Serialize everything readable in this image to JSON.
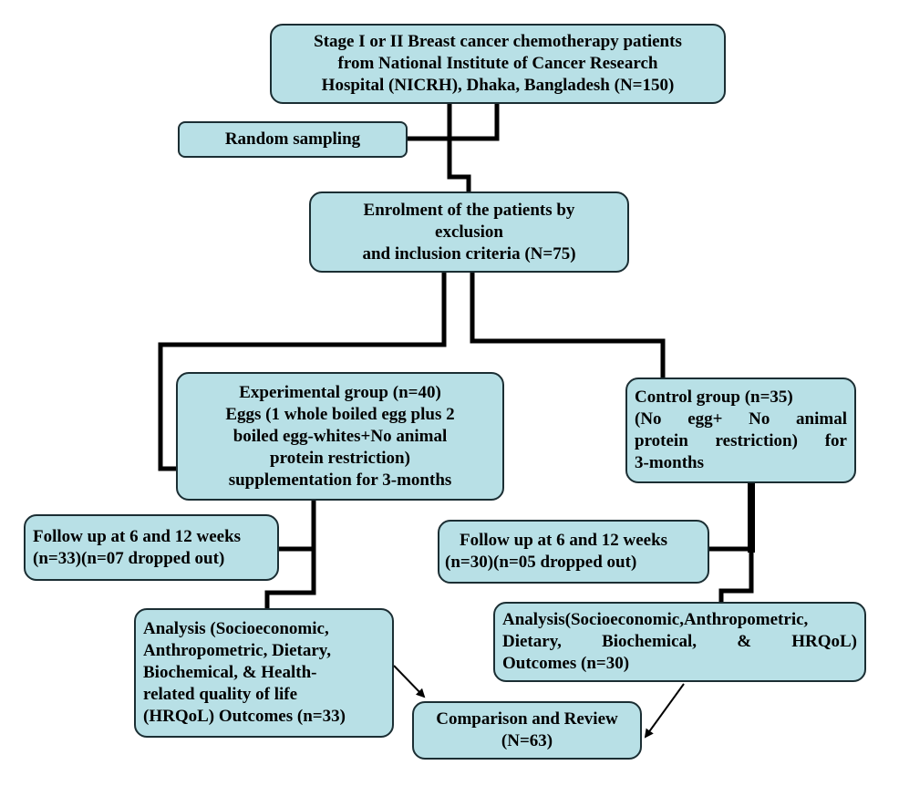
{
  "boxes": {
    "source": [
      "Stage I or II Breast cancer chemotherapy patients",
      "from National Institute of Cancer Research",
      "Hospital (NICRH), Dhaka, Bangladesh (N=150)"
    ],
    "sampling": [
      "Random sampling"
    ],
    "enrolment": [
      "Enrolment of the patients by",
      "exclusion",
      "and inclusion criteria (N=75)"
    ],
    "experimental": [
      "Experimental group (n=40)",
      "Eggs (1 whole boiled egg plus 2",
      "boiled egg-whites+No animal",
      "protein restriction)",
      "supplementation for 3-months"
    ],
    "control": [
      "Control group (n=35)",
      "(No egg+ No animal",
      "protein restriction) for",
      "3-months"
    ],
    "followup_exp": [
      "Follow up at 6 and 12 weeks",
      "(n=33)(n=07 dropped out)"
    ],
    "followup_ctrl": [
      "Follow up at 6 and 12 weeks",
      "(n=30)(n=05 dropped out)"
    ],
    "analysis_exp": [
      "Analysis (Socioeconomic,",
      "Anthropometric, Dietary,",
      "Biochemical, & Health-",
      "related quality of life",
      "(HRQoL) Outcomes (n=33)"
    ],
    "analysis_ctrl": [
      "Analysis(Socioeconomic,Anthropometric,",
      "Dietary, Biochemical, & HRQoL)",
      "Outcomes (n=30)"
    ],
    "comparison": [
      "Comparison and Review",
      "(N=63)"
    ]
  },
  "colors": {
    "box_fill": "#b8e0e6",
    "box_border": "#1b2e33",
    "line": "#000000"
  }
}
